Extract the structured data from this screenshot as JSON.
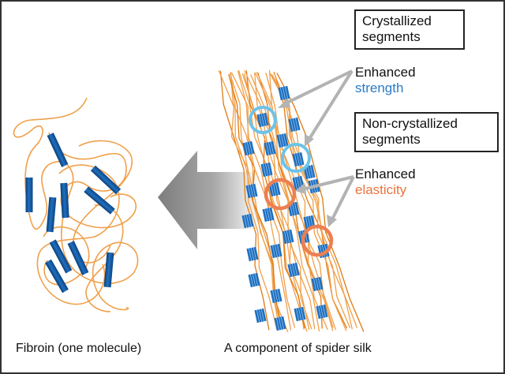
{
  "labels": {
    "crystallized": [
      "Crystallized",
      "segments"
    ],
    "non_crystallized": [
      "Non-crystallized",
      "segments"
    ],
    "strength": {
      "line1": "Enhanced",
      "line2": "strength"
    },
    "elasticity": {
      "line1": "Enhanced",
      "line2": "elasticity"
    }
  },
  "captions": {
    "left": "Fibroin (one molecule)",
    "right": "A component of spider silk"
  },
  "colors": {
    "fiber": "#f0a04b",
    "fiber_dark": "#e07a10",
    "segment": "#1f6fbf",
    "segment_dark": "#0b3e75",
    "strength_ring": "#6cc3ea",
    "elasticity_ring": "#ec7f52",
    "strength_text": "#2a7bc8",
    "elasticity_text": "#e8733f",
    "pointer": "#b3b3b3"
  }
}
